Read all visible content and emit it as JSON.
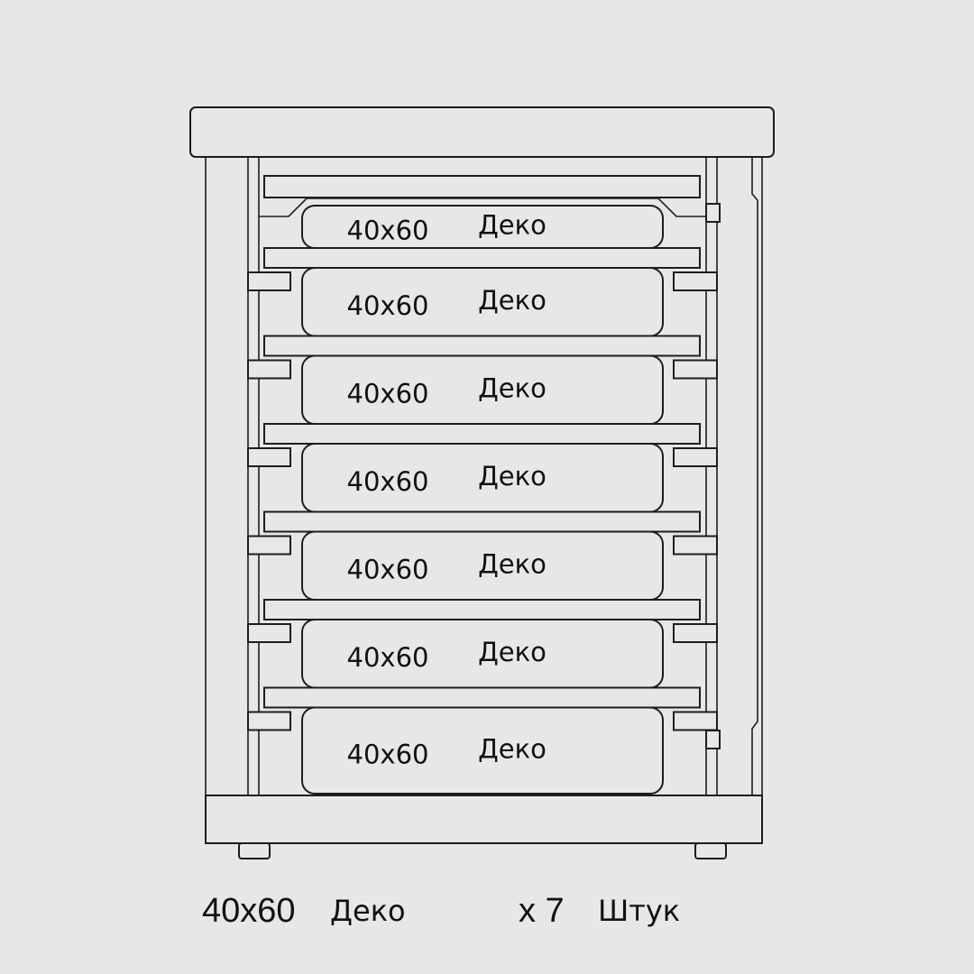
{
  "trays": [
    {
      "size": "40x60",
      "type": "Деко"
    },
    {
      "size": "40x60",
      "type": "Деко"
    },
    {
      "size": "40x60",
      "type": "Деко"
    },
    {
      "size": "40x60",
      "type": "Деко"
    },
    {
      "size": "40x60",
      "type": "Деко"
    },
    {
      "size": "40x60",
      "type": "Деко"
    },
    {
      "size": "40x60",
      "type": "Деко"
    }
  ],
  "caption": {
    "size": "40x60",
    "type": "Деко",
    "quantity": "x 7",
    "unit": "Штук"
  }
}
